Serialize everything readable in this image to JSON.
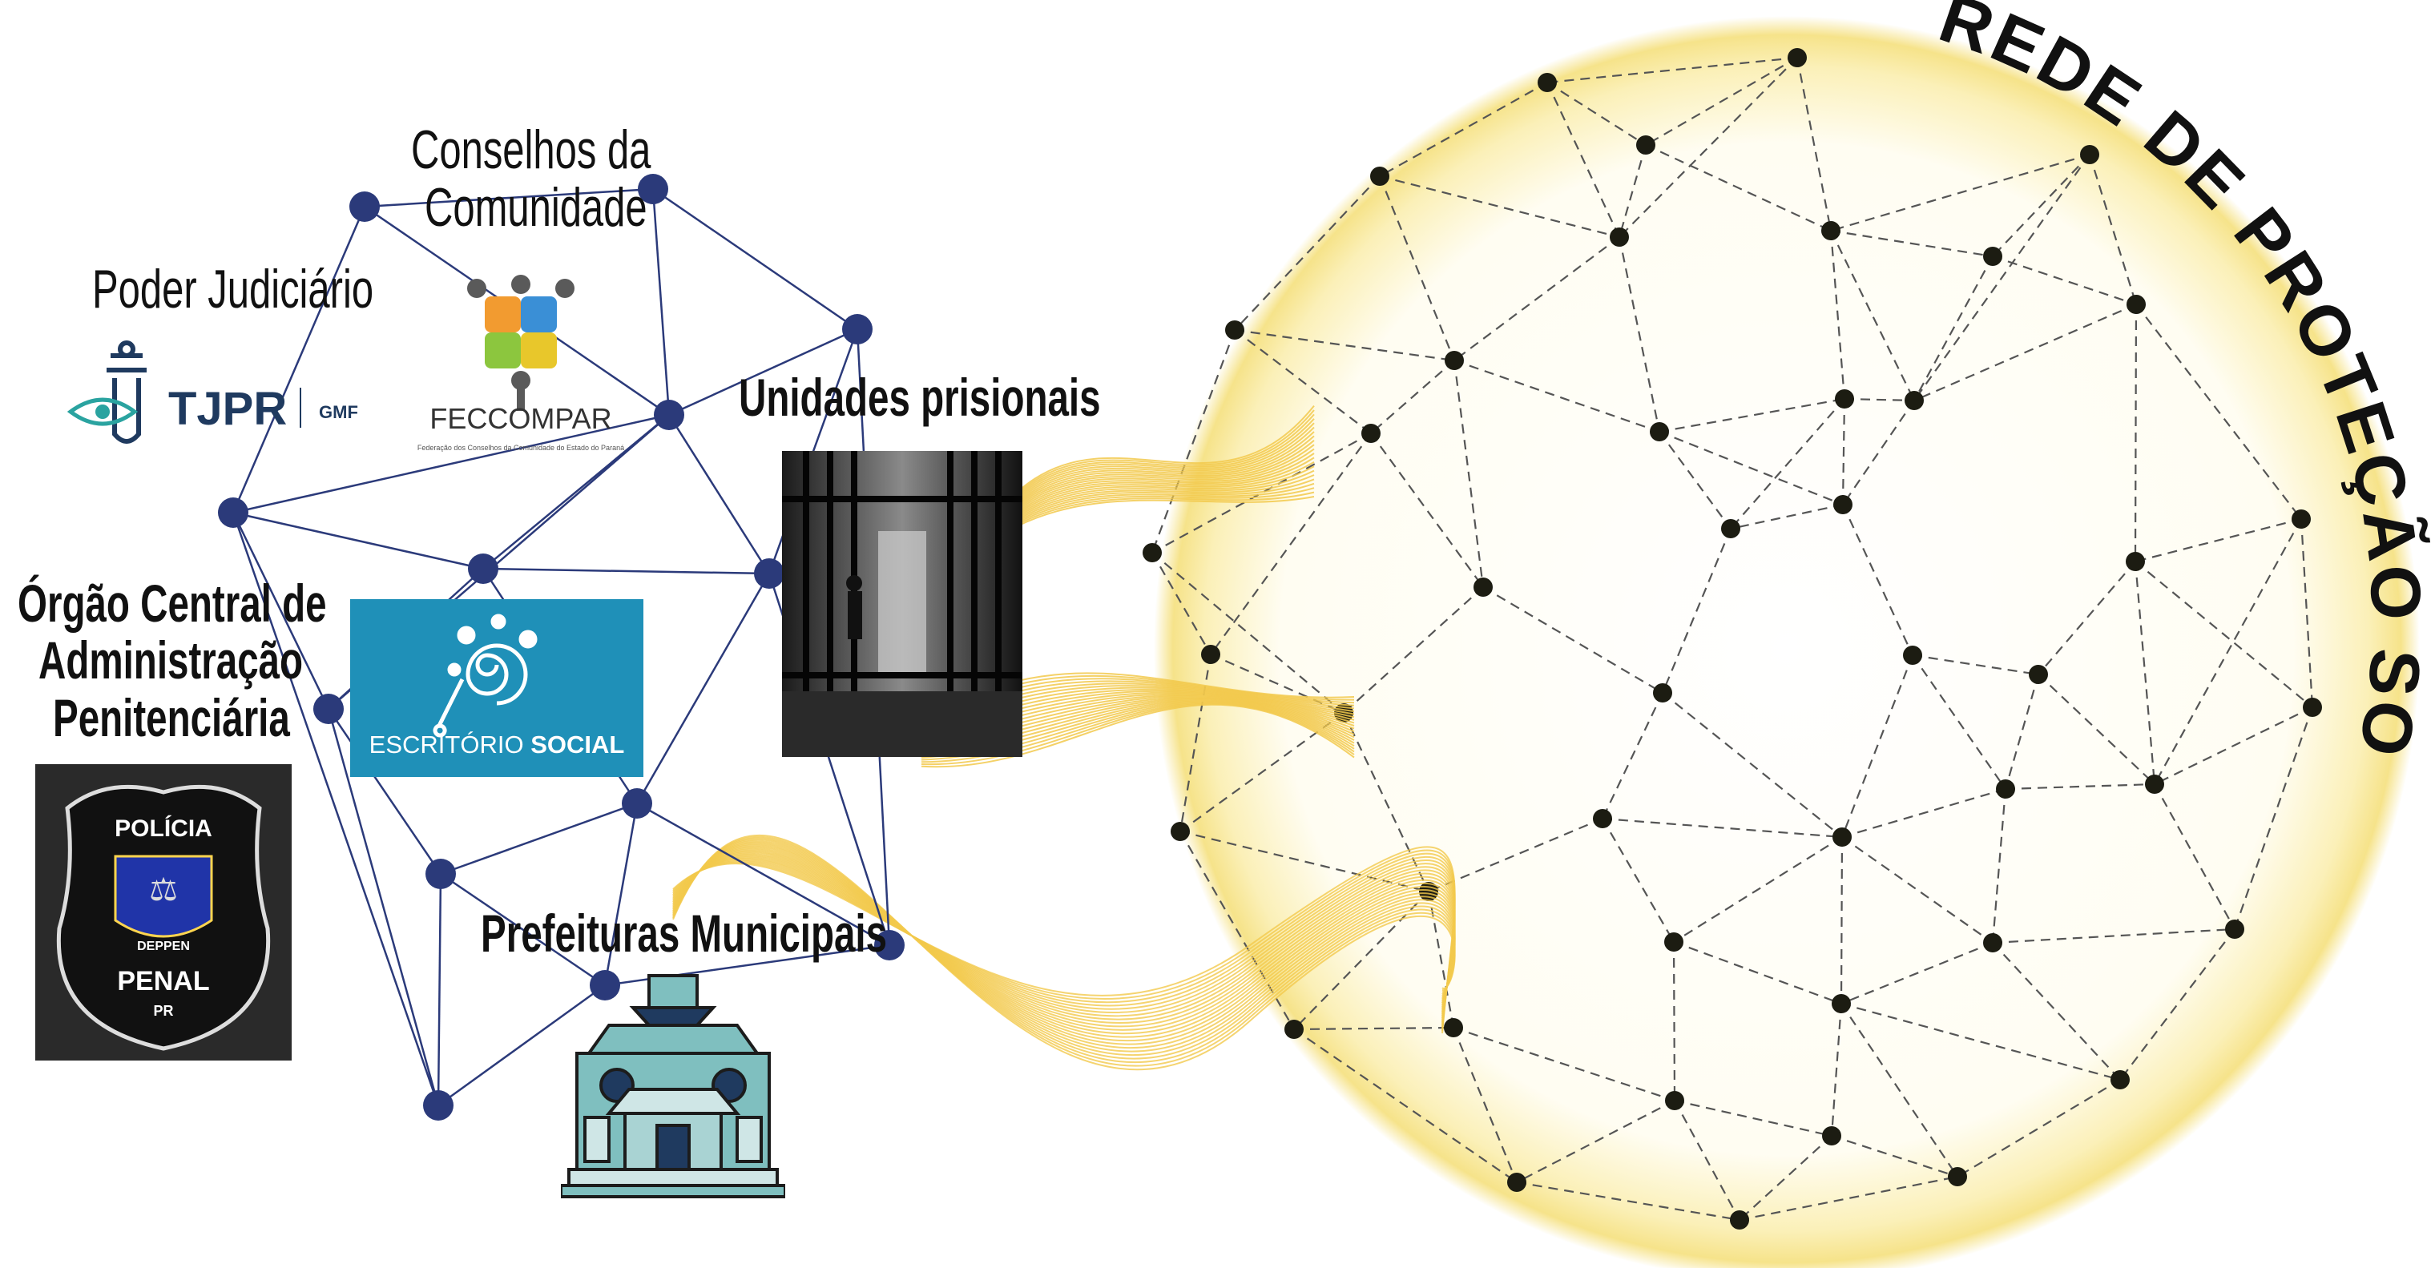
{
  "network_labels": {
    "conselhos_line1": "Conselhos da",
    "conselhos_line2": "Comunidade",
    "poder_judiciario": "Poder Judiciário",
    "unidades_prisionais": "Unidades prisionais",
    "orgao_line1": "Órgão Central de",
    "orgao_line2": "Administração",
    "orgao_line3": "Penitenciária",
    "prefeituras": "Prefeituras Municipais"
  },
  "logos": {
    "tjpr_text": "TJPR",
    "tjpr_sub": "GMF",
    "feccompar_text": "FECCOMPAR",
    "feccompar_sub": "Federação dos Conselhos da Comunidade do Estado do Paraná",
    "escritorio_light": "ESCRITÓRIO",
    "escritorio_bold": "SOCIAL",
    "policia_top": "POLÍCIA",
    "policia_mid": "DEPPEN",
    "policia_bottom": "PENAL",
    "policia_state": "PR"
  },
  "circle_title": "REDE DE PROTEÇÃO SOCIAL",
  "colors": {
    "network_node": "#2b3a7a",
    "network_edge": "#2b3a7a",
    "wave": "#f2c94c",
    "glow": "#f7e79a",
    "escritorio_bg": "#1f90b8",
    "dark_node": "#1c1c12"
  }
}
